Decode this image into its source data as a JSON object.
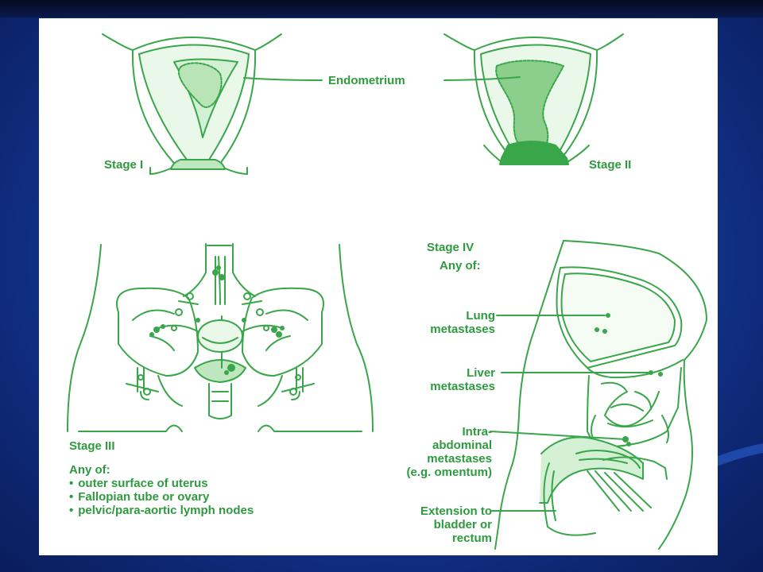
{
  "labels": {
    "endometrium": "Endometrium",
    "stage1": "Stage I",
    "stage2": "Stage II",
    "stage3": "Stage III",
    "stage4": "Stage IV",
    "any_of_3": "Any of:",
    "any_of_4": "Any of:"
  },
  "stage3_items": [
    "outer surface of uterus",
    "Fallopian tube or ovary",
    "pelvic/para-aortic lymph nodes"
  ],
  "stage4_items": {
    "lung_1": "Lung",
    "lung_2": "metastases",
    "liver_1": "Liver",
    "liver_2": "metastases",
    "intra_1": "Intra-",
    "intra_2": "abdominal",
    "intra_3": "metastases",
    "intra_4": "(e.g. omentum)",
    "ext_1": "Extension to",
    "ext_2": "bladder or",
    "ext_3": "rectum"
  },
  "colors": {
    "line": "#3aa64a",
    "fill_light": "#c8ebc8",
    "fill_dark": "#3aa64a",
    "background": "#1b49b5"
  }
}
